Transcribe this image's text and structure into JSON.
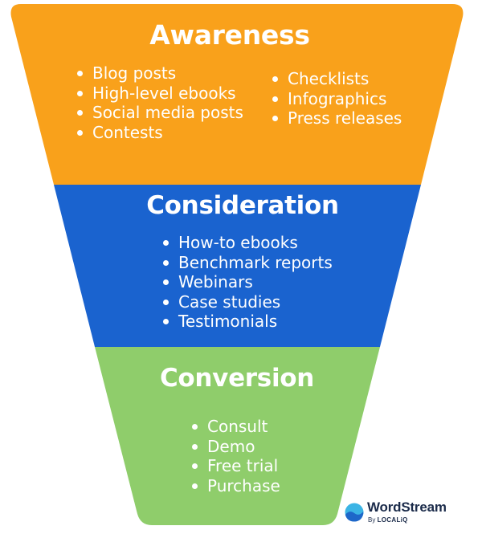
{
  "stages": [
    {
      "title": "Awareness",
      "color": "#f9a11b",
      "items_left": [
        "Blog posts",
        "High-level ebooks",
        "Social media posts",
        "Contests"
      ],
      "items_right": [
        "Checklists",
        "Infographics",
        "Press releases"
      ]
    },
    {
      "title": "Consideration",
      "color": "#1a63cf",
      "items": [
        "How-to ebooks",
        "Benchmark reports",
        "Webinars",
        "Case studies",
        "Testimonials"
      ]
    },
    {
      "title": "Conversion",
      "color": "#8fcd6b",
      "items": [
        "Consult",
        "Demo",
        "Free trial",
        "Purchase"
      ]
    }
  ],
  "branding": {
    "logo_icon": "wordstream-wave-logo",
    "name": "WordStream",
    "by": "By",
    "by_company": "LOCALiQ",
    "logo_colors": [
      "#3bb4e5",
      "#1e67c9"
    ]
  }
}
